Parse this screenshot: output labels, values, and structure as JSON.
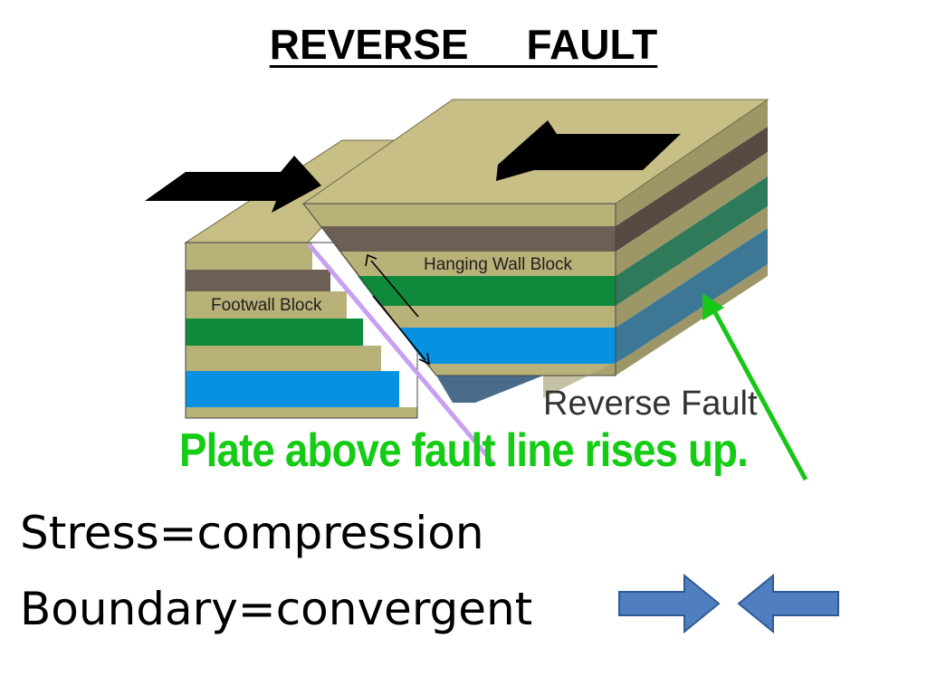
{
  "slide": {
    "title": "REVERSE     FAULT",
    "caption": "Plate above fault line rises up.",
    "stress_text": "Stress=compression",
    "boundary_text": "Boundary=convergent"
  },
  "diagram": {
    "hanging_wall_label": "Hanging Wall Block",
    "footwall_label": "Footwall Block",
    "fault_type_label": "Reverse Fault",
    "icons": [
      "arrow-right-icon",
      "arrow-left-icon"
    ]
  },
  "colors": {
    "caption_green": "#14cc14",
    "layer_tan": "#b8b178",
    "layer_brown": "#6e5f55",
    "layer_green": "#0f8a3c",
    "layer_blue": "#0891e0",
    "fault_line_purple": "#c7a0f2",
    "pointer_green": "#17c617",
    "convergent_arrow_blue": "#4f7fc0"
  }
}
